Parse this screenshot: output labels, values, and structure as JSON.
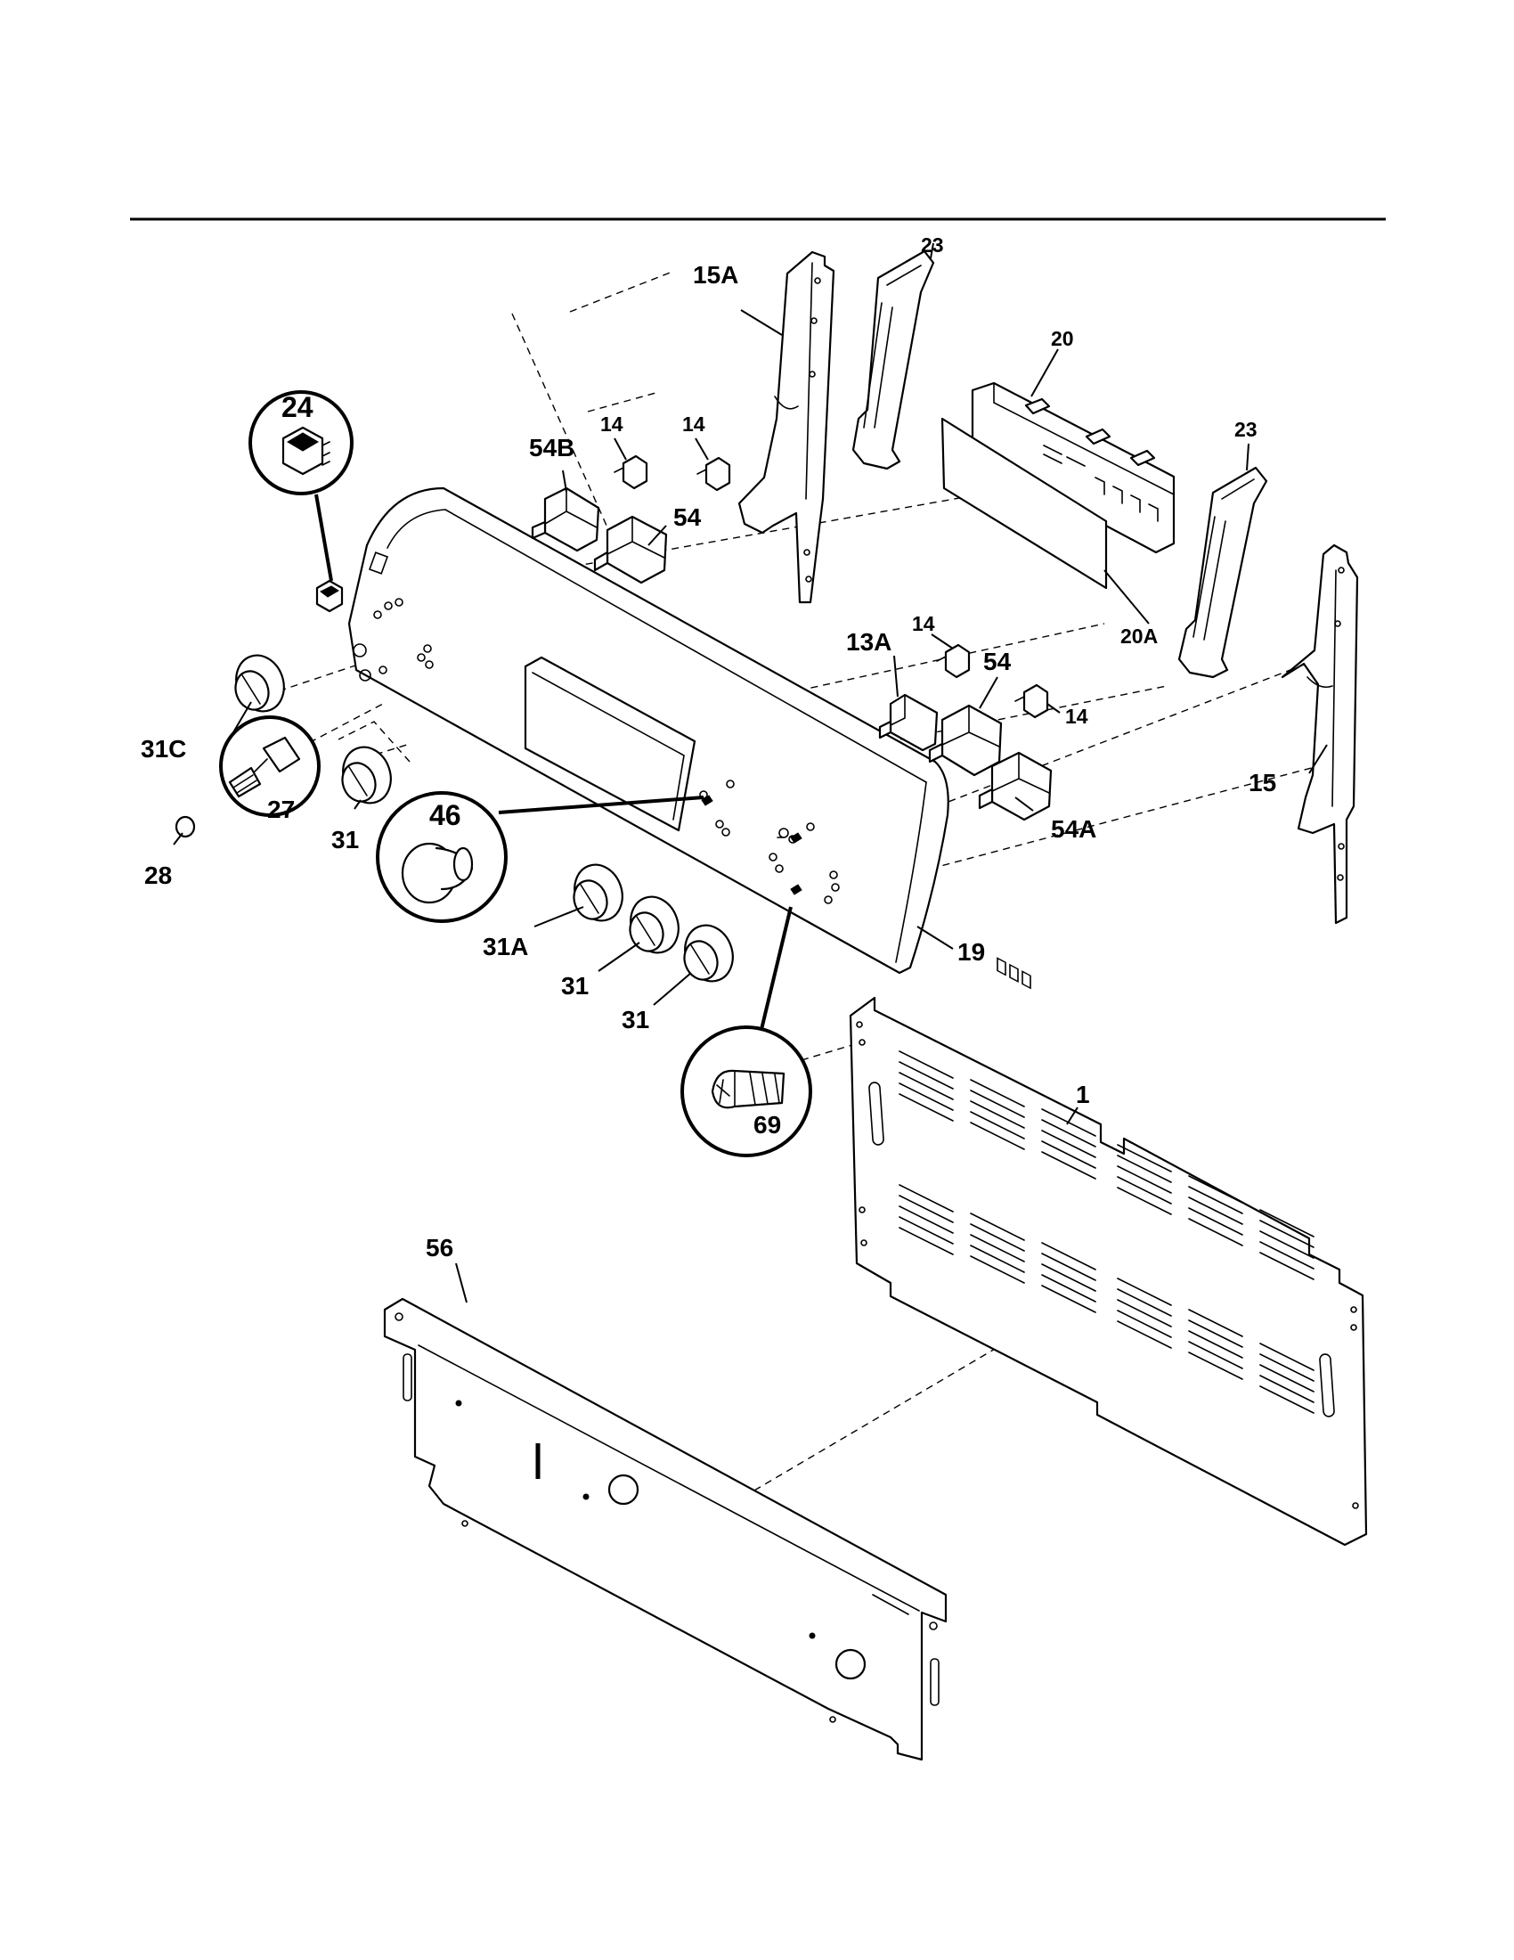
{
  "labels": {
    "p1": "1",
    "p13A": "13A",
    "p14a": "14",
    "p14b": "14",
    "p14c": "14",
    "p14d": "14",
    "p15": "15",
    "p15A": "15A",
    "p19": "19",
    "p20": "20",
    "p20A": "20A",
    "p23a": "23",
    "p23b": "23",
    "p24": "24",
    "p27": "27",
    "p28": "28",
    "p31a": "31",
    "p31b": "31",
    "p31c": "31",
    "p31A": "31A",
    "p31C": "31C",
    "p46": "46",
    "p54a": "54",
    "p54b": "54",
    "p54A": "54A",
    "p54B": "54B",
    "p56": "56",
    "p69": "69"
  }
}
